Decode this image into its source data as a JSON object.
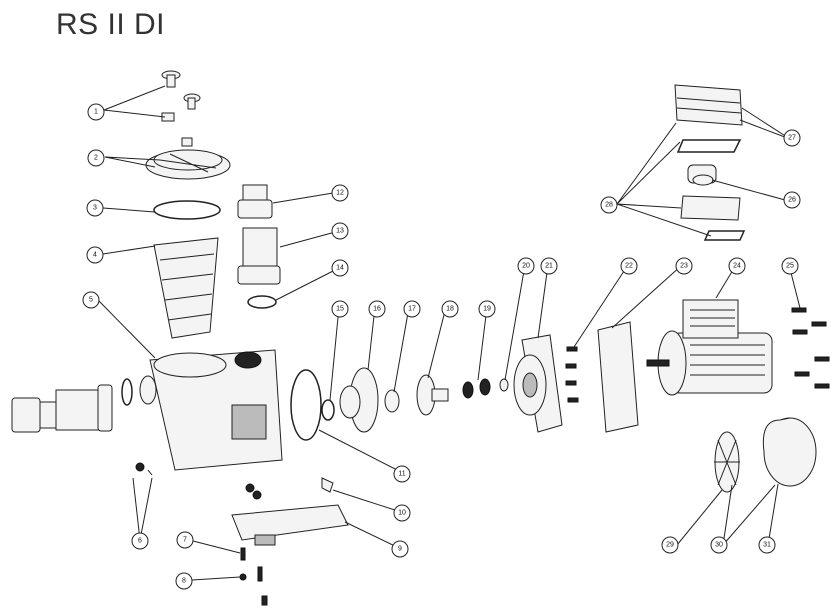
{
  "title": "RS II DI",
  "callouts": [
    "1",
    "2",
    "3",
    "4",
    "5",
    "6",
    "7",
    "8",
    "9",
    "10",
    "11",
    "12",
    "13",
    "14",
    "15",
    "16",
    "17",
    "18",
    "19",
    "20",
    "21",
    "22",
    "23",
    "24",
    "25",
    "26",
    "27",
    "28",
    "29",
    "30",
    "31"
  ]
}
